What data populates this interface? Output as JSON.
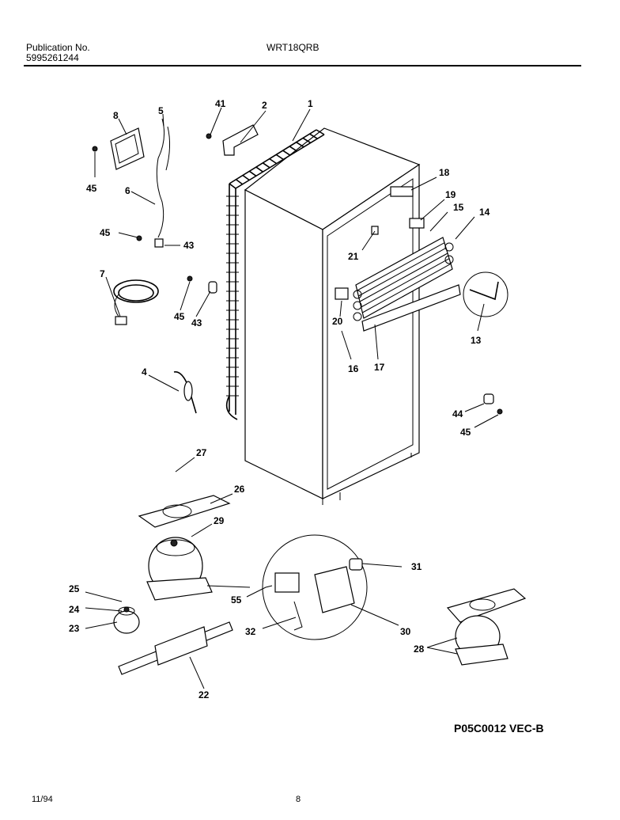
{
  "header": {
    "publication_label": "Publication No.",
    "publication_number": "5995261244",
    "model": "WRT18QRB"
  },
  "diagram": {
    "code": "P05C0012 VEC-B",
    "labels": {
      "p1": "1",
      "p2": "2",
      "p4": "4",
      "p5": "5",
      "p6": "6",
      "p7": "7",
      "p8": "8",
      "p13": "13",
      "p14": "14",
      "p15": "15",
      "p16": "16",
      "p17": "17",
      "p18": "18",
      "p19": "19",
      "p20": "20",
      "p21": "21",
      "p22": "22",
      "p23": "23",
      "p24": "24",
      "p25": "25",
      "p26": "26",
      "p27": "27",
      "p28": "28",
      "p29": "29",
      "p30": "30",
      "p31": "31",
      "p32": "32",
      "p41": "41",
      "p43a": "43",
      "p43b": "43",
      "p44": "44",
      "p45a": "45",
      "p45b": "45",
      "p45c": "45",
      "p45d": "45",
      "p55": "55"
    }
  },
  "footer": {
    "date": "11/94",
    "page": "8"
  }
}
